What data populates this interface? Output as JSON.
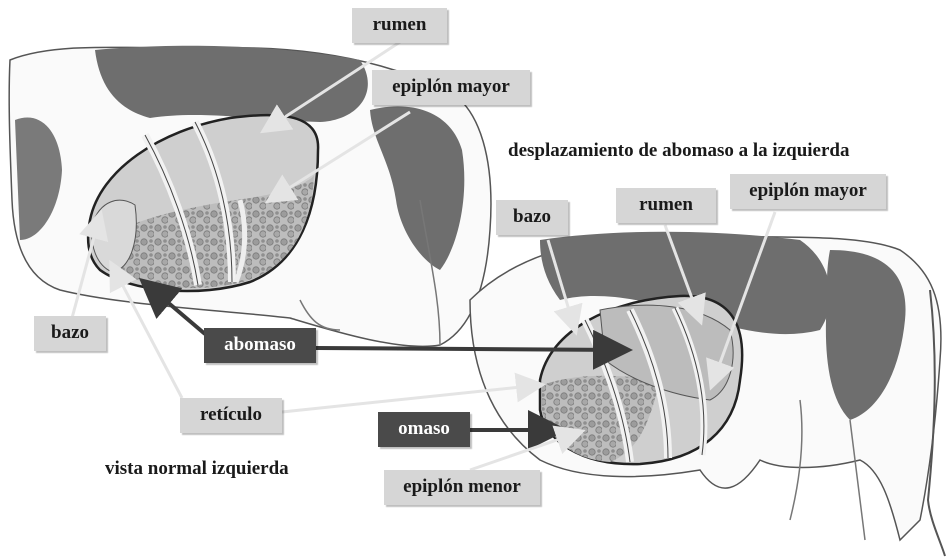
{
  "labels": {
    "rumen_left": "rumen",
    "epiplon_mayor_left": "epiplón mayor",
    "bazo_left": "bazo",
    "abomaso": "abomaso",
    "reticulo": "retículo",
    "bazo_right": "bazo",
    "rumen_right": "rumen",
    "epiplon_mayor_right": "epiplón mayor",
    "omaso": "omaso",
    "epiplon_menor": "epiplón menor"
  },
  "captions": {
    "right_view": "desplazamiento de abomaso a la izquierda",
    "left_view": "vista normal izquierda"
  },
  "colors": {
    "light_label": "#d6d6d6",
    "dark_label": "#4a4a4a",
    "cow_patch": "#6e6e6e",
    "organ_fill": "#cfcfcf"
  }
}
